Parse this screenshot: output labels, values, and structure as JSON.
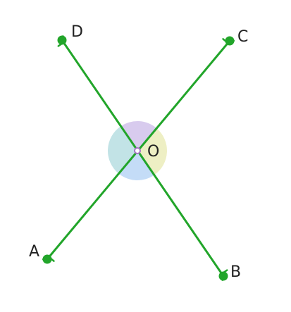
{
  "diagram": {
    "center_label": "O",
    "points": [
      {
        "id": "A",
        "label": "A"
      },
      {
        "id": "B",
        "label": "B"
      },
      {
        "id": "C",
        "label": "C"
      },
      {
        "id": "D",
        "label": "D"
      }
    ],
    "lines": [
      {
        "from": "A",
        "to": "C"
      },
      {
        "from": "D",
        "to": "B"
      }
    ],
    "colors": {
      "line": "#22a52a",
      "center_point": "#a873c5",
      "angle_top": "#d8cbee",
      "angle_right": "#eeefc4",
      "angle_bottom": "#c4dcf7",
      "angle_left": "#c2e3e6"
    }
  }
}
